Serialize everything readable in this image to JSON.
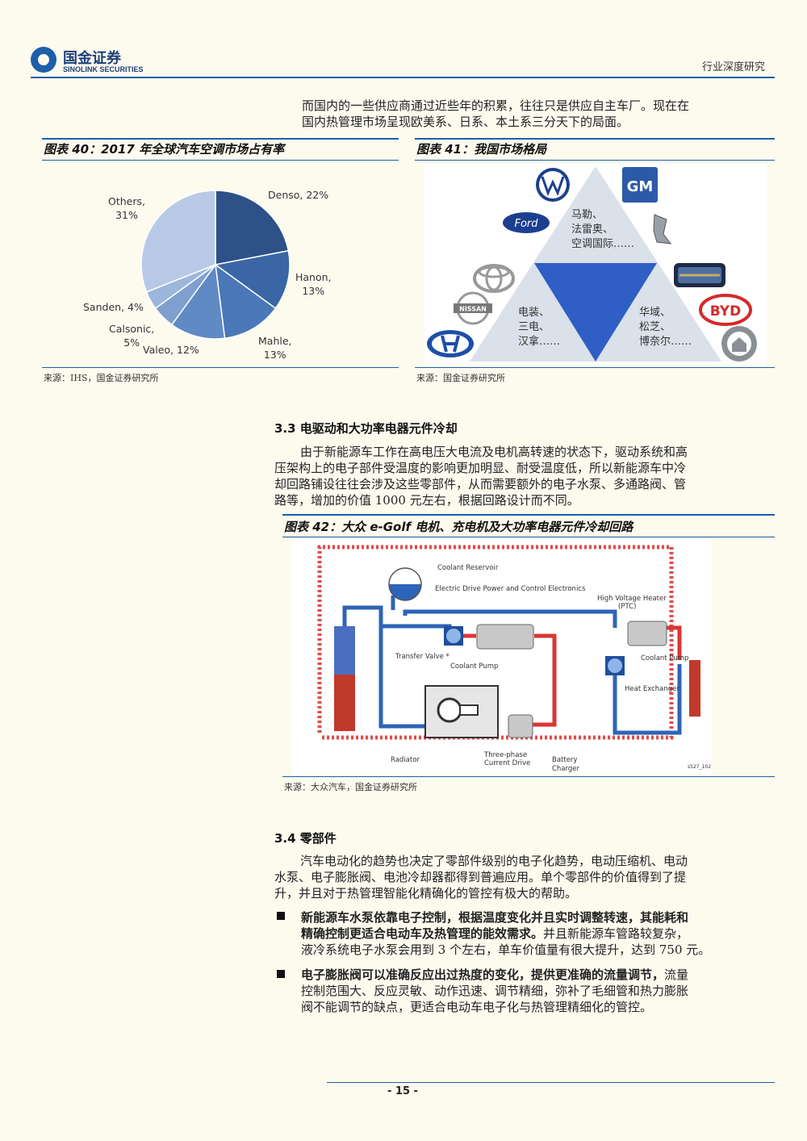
{
  "header": {
    "logo_cn": "国金证券",
    "logo_en": "SINOLINK SECURITIES",
    "right_text": "行业深度研究"
  },
  "intro_paragraph": [
    "而国内的一些供应商通过近些年的积累，往往只是供应自主车厂。现在在",
    "国内热管理市场呈现欧美系、日系、本土系三分天下的局面。"
  ],
  "fig40": {
    "title": "图表 40：2017 年全球汽车空调市场占有率",
    "source": "来源：IHS，国金证券研究所"
  },
  "fig41": {
    "title": "图表 41：我国市场格局",
    "source": "来源：国金证券研究所",
    "top_group": [
      "马勒、",
      "法雷奥、",
      "空调国际……"
    ],
    "left_group": [
      "电装、",
      "三电、",
      "汉拿……"
    ],
    "right_group": [
      "华域、",
      "松芝、",
      "博奈尔……"
    ],
    "brand_gm": "GM",
    "brand_ford": "Ford",
    "brand_nissan": "NISSAN",
    "brand_byd": "BYD"
  },
  "chart_data": {
    "type": "pie",
    "title": "",
    "slices": [
      {
        "label": "Denso, 22%",
        "value": 22,
        "color": "#2e5187"
      },
      {
        "label": "Hanon, 13%",
        "value": 13,
        "color": "#3a66a6"
      },
      {
        "label": "Mahle, 13%",
        "value": 13,
        "color": "#4a78b8"
      },
      {
        "label": "Valeo, 12%",
        "value": 12,
        "color": "#5f8ac4"
      },
      {
        "label": "Calsonic, 5%",
        "value": 5,
        "color": "#7fa0cf"
      },
      {
        "label": "Sanden, 4%",
        "value": 4,
        "color": "#9cb6dc"
      },
      {
        "label": "Others, 31%",
        "value": 31,
        "color": "#b8c9e6"
      }
    ],
    "labels": {
      "denso": "Denso, 22%",
      "hanon": [
        "Hanon,",
        "13%"
      ],
      "mahle": [
        "Mahle,",
        "13%"
      ],
      "valeo": "Valeo, 12%",
      "calsonic": [
        "Calsonic,",
        "5%"
      ],
      "sanden": "Sanden, 4%",
      "others": [
        "Others,",
        "31%"
      ]
    }
  },
  "sec33": {
    "heading": "3.3 电驱动和大功率电器元件冷却",
    "paragraph": [
      "由于新能源车工作在高电压大电流及电机高转速的状态下，驱动系统和高",
      "压架构上的电子部件受温度的影响更加明显、耐受温度低，所以新能源车中冷",
      "却回路铺设往往会涉及这些零部件，从而需要额外的电子水泵、多通路阀、管",
      "路等，增加的价值 1000 元左右，根据回路设计而不同。"
    ]
  },
  "fig42": {
    "title": "图表 42：大众 e-Golf 电机、充电机及大功率电器元件冷却回路",
    "source": "来源：大众汽车，国金证券研究所",
    "labels": {
      "coolant_reservoir": "Coolant Reservoir",
      "edrive": "Electric Drive Power and Control Electronics",
      "hv_heater": "High Voltage Heater",
      "ptc": "(PTC)",
      "transfer_valve": "Transfer Valve *",
      "coolant_pump1": "Coolant Pump",
      "coolant_pump2": "Coolant Pump",
      "heat_exchanger": "Heat Exchanger",
      "radiator": "Radiator",
      "three_phase": "Three-phase",
      "current_drive": "Current Drive",
      "battery": "Battery",
      "charger": "Charger",
      "code": "s527_102"
    }
  },
  "sec34": {
    "heading": "3.4 零部件",
    "paragraph": [
      "汽车电动化的趋势也决定了零部件级别的电子化趋势，电动压缩机、电动",
      "水泵、电子膨胀阀、电池冷却器都得到普遍应用。单个零部件的价值得到了提",
      "升，并且对于热管理智能化精确化的管控有极大的帮助。"
    ],
    "bullet1": {
      "bold_1": "新能源车水泵依靠电子控制，根据温度变化并且实时调整转速，其能耗和",
      "bold_2": "精确控制更适合电动车及热管理的能效需求。",
      "normal_2": "并且新能源车管路较复杂，",
      "normal_3": "液冷系统电子水泵会用到 3 个左右，单车价值量有很大提升，达到 750 元。"
    },
    "bullet2": {
      "bold_1": "电子膨胀阀可以准确反应出过热度的变化，提供更准确的流量调节，",
      "normal_1": "流量",
      "normal_2": "控制范围大、反应灵敏、动作迅速、调节精细，弥补了毛细管和热力膨胀",
      "normal_3": "阀不能调节的缺点，更适合电动车电子化与热管理精细化的管控。"
    }
  },
  "footer": {
    "page": "- 15 -"
  }
}
